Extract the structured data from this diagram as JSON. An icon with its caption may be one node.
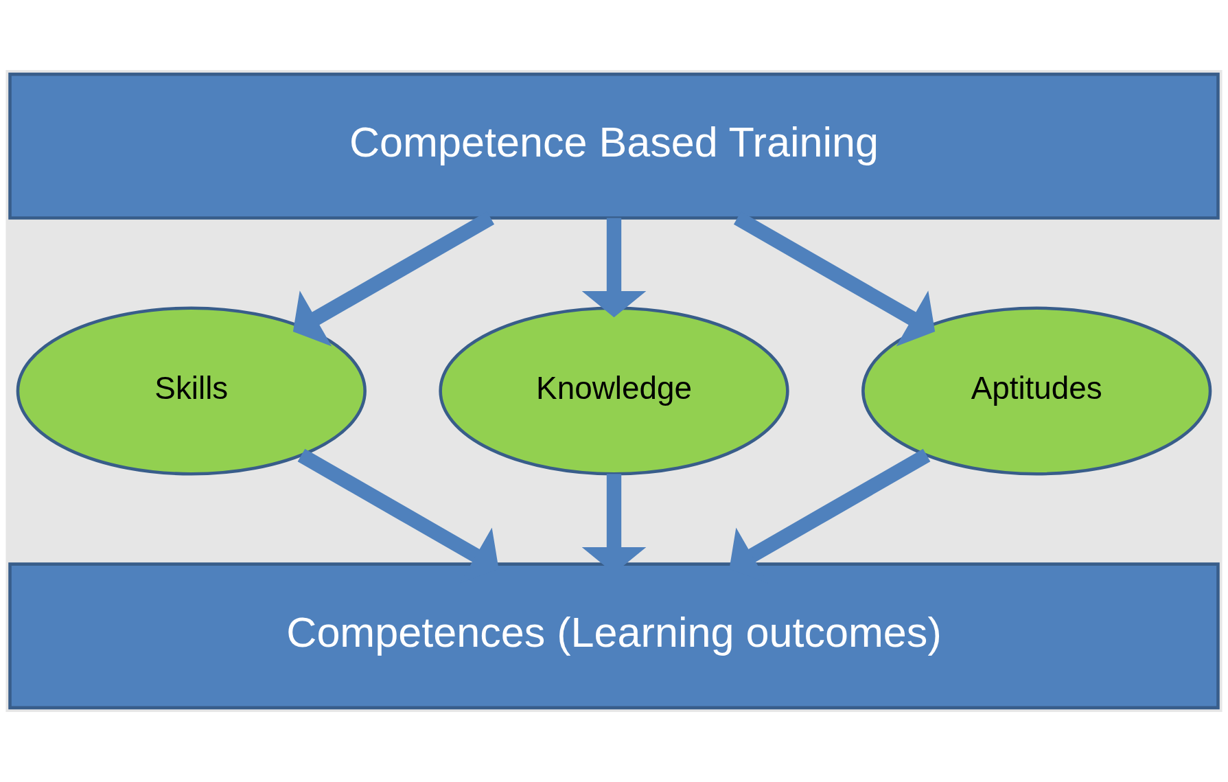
{
  "diagram": {
    "nodes": [
      {
        "text": [
          "Competence Based Training"
        ]
      },
      {
        "text": [
          "Skills"
        ]
      },
      {
        "text": [
          "Knowledge"
        ]
      },
      {
        "text": [
          "Aptitudes"
        ]
      },
      {
        "text": [
          "Competences (Learning outcomes)"
        ]
      }
    ],
    "edges": [
      {
        "from": 0,
        "to": 1,
        "arrow": "to"
      },
      {
        "from": 0,
        "to": 2,
        "arrow": "to"
      },
      {
        "from": 0,
        "to": 3,
        "arrow": "to"
      },
      {
        "from": 1,
        "to": 4,
        "arrow": "to"
      },
      {
        "from": 2,
        "to": 4,
        "arrow": "to"
      },
      {
        "from": 3,
        "to": 4,
        "arrow": "to"
      }
    ]
  }
}
